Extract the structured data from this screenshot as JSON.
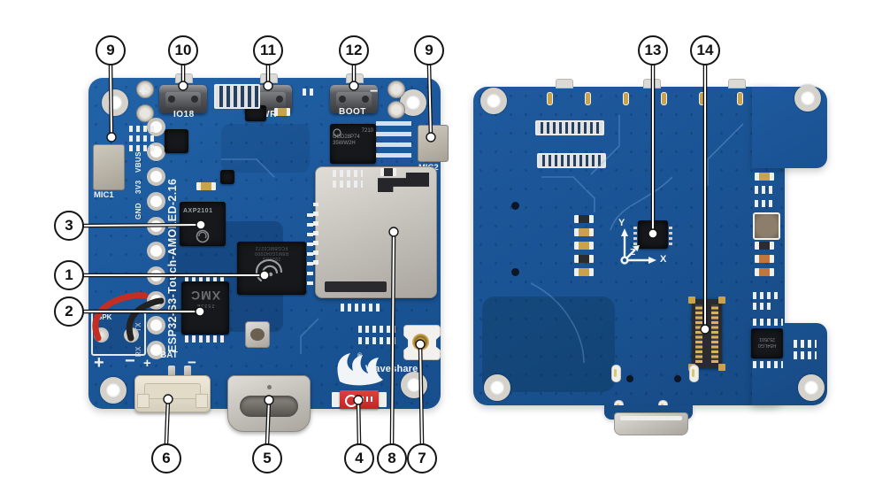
{
  "callouts": [
    {
      "n": "9"
    },
    {
      "n": "10"
    },
    {
      "n": "11"
    },
    {
      "n": "12"
    },
    {
      "n": "9"
    },
    {
      "n": "13"
    },
    {
      "n": "14"
    },
    {
      "n": "3"
    },
    {
      "n": "1"
    },
    {
      "n": "2"
    },
    {
      "n": "6"
    },
    {
      "n": "5"
    },
    {
      "n": "4"
    },
    {
      "n": "8"
    },
    {
      "n": "7"
    }
  ],
  "front": {
    "board_name": "ESP32-S3-Touch-AMOLED-2.16",
    "buttons": {
      "io18": "IO18",
      "pwr": "PWR",
      "boot": "BOOT"
    },
    "mics": {
      "mic1": "MIC1",
      "mic2": "MIC2"
    },
    "pins": {
      "vbus": "VBUS",
      "v33": "3V3",
      "gnd": "GND",
      "tx": "TX",
      "rx": "RX"
    },
    "marks": {
      "plus": "+",
      "minus": "−"
    },
    "spk": {
      "label": "SPK",
      "plus": "+",
      "minus": "−"
    },
    "bat": {
      "label": "BAT",
      "plus": "+",
      "minus": "−"
    },
    "chips": {
      "pmic": "AXP2101",
      "soc_l1": "2926US",
      "soc_l2": "R8M1G042000",
      "soc_l3": "FCGBMC0272",
      "flash_sub": "2533E",
      "flash": "XMC",
      "codec_l1": "7210",
      "codec_l2": "CGD28P74",
      "codec_l3": "35WW2H"
    },
    "logo": {
      "text": "Waveshare",
      "reg": "®"
    }
  },
  "back": {
    "axis": {
      "x": "X",
      "y": "Y",
      "z": "Z"
    },
    "chip": {
      "l1": "H54LG0",
      "l2": "25J501"
    }
  },
  "colors": {
    "pcb_front": "#1c589b",
    "pcb_back": "#1a5292",
    "silkscreen": "#eef2f6",
    "leader_line": "#ffffff"
  }
}
